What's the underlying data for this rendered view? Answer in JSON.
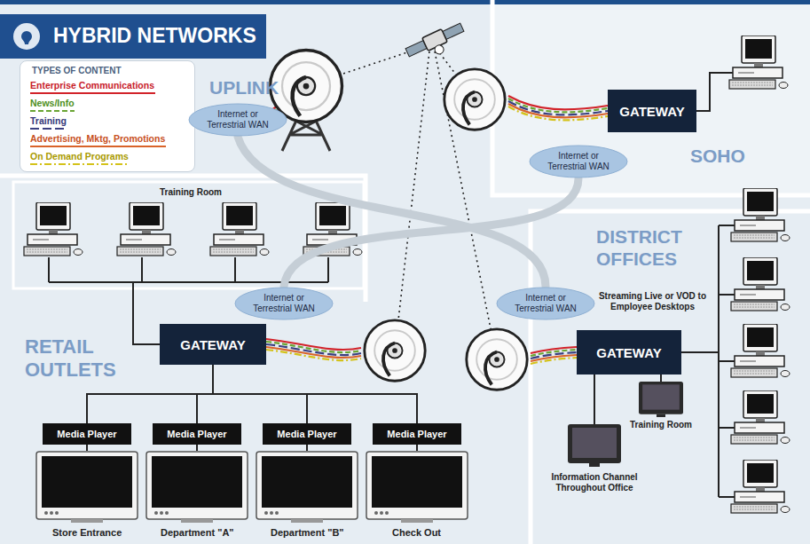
{
  "diagram": {
    "title": "HYBRID NETWORKS",
    "nodes": [
      {
        "text": [
          "Internet or Terrestrial WAN"
        ]
      },
      {
        "text": [
          "GATEWAY"
        ]
      },
      {
        "text": [
          "Internet or Terrestrial WAN"
        ]
      },
      {
        "text": [
          "Internet or Terrestrial WAN"
        ]
      },
      {
        "text": [
          "Internet or Terrestrial WAN"
        ]
      },
      {
        "text": [
          "GATEWAY"
        ]
      },
      {
        "text": [
          "GATEWAY"
        ]
      },
      {
        "text": [
          "Media Player"
        ]
      },
      {
        "text": [
          "Media Player"
        ]
      },
      {
        "text": [
          "Media Player"
        ]
      },
      {
        "text": [
          "Media Player"
        ]
      }
    ],
    "edges": [
      {
        "from": 0,
        "to": 4,
        "arrow": "none"
      },
      {
        "from": 2,
        "to": 3,
        "arrow": "none"
      },
      {
        "from": 5,
        "to": 7,
        "arrow": "none"
      },
      {
        "from": 5,
        "to": 8,
        "arrow": "none"
      },
      {
        "from": 5,
        "to": 9,
        "arrow": "none"
      },
      {
        "from": 5,
        "to": 10,
        "arrow": "none"
      }
    ],
    "labels": [
      "TYPES OF CONTENT",
      "UPLINK",
      "SOHO",
      "Training Room",
      "RETAIL OUTLETS",
      "DISTRICT OFFICES",
      "Streaming Live or VOD to Employee Desktops",
      "Training Room",
      "Information Channel Throughout Office",
      "Store Entrance",
      "Department \"A\"",
      "Department \"B\"",
      "Check Out"
    ],
    "legend": [
      {
        "text": "Enterprise Communications"
      },
      {
        "text": "News/Info"
      },
      {
        "text": "Training"
      },
      {
        "text": "Advertising, Mktg, Promotions"
      },
      {
        "text": "On Demand Programs"
      }
    ]
  }
}
